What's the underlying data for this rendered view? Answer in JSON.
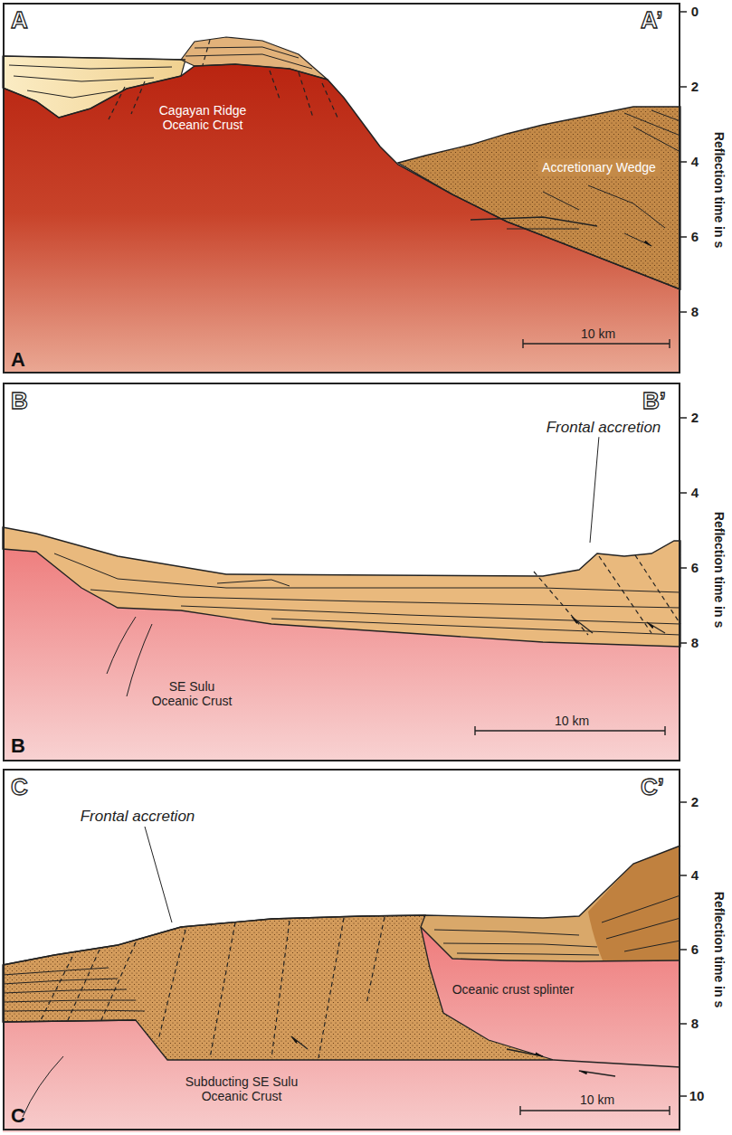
{
  "diagram": {
    "nodes": [
      {
        "text": [
          "A",
          "A’",
          "Cagayan Ridge Oceanic Crust",
          "Accretionary Wedge",
          "10 km",
          "A"
        ]
      },
      {
        "text": [
          "B",
          "B’",
          "Frontal accretion",
          "SE Sulu Oceanic Crust",
          "10 km",
          "B"
        ]
      },
      {
        "text": [
          "C",
          "C’",
          "Frontal accretion",
          "Oceanic crust splinter",
          "Subducting SE Sulu Oceanic Crust",
          "10 km",
          "C"
        ]
      }
    ],
    "labels": [
      "0",
      "2",
      "4",
      "6",
      "8",
      "Reflection time in s",
      "2",
      "4",
      "6",
      "8",
      "Reflection time in s",
      "2",
      "4",
      "6",
      "8",
      "10",
      "Reflection time in s"
    ]
  }
}
